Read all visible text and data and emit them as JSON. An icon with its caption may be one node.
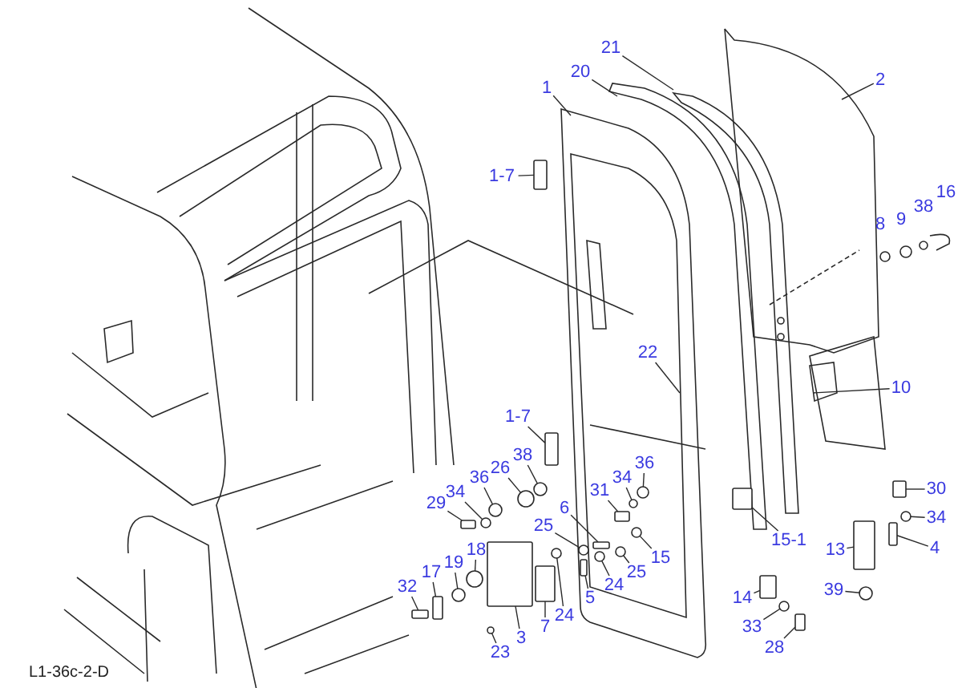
{
  "diagram": {
    "nodes": [
      {
        "text": [
          "1"
        ]
      },
      {
        "text": [
          "21"
        ]
      },
      {
        "text": [
          "20"
        ]
      },
      {
        "text": [
          "2"
        ]
      },
      {
        "text": [
          "1-7"
        ]
      },
      {
        "text": [
          "22"
        ]
      },
      {
        "text": [
          "10"
        ]
      },
      {
        "text": [
          "1-7"
        ]
      },
      {
        "text": [
          "38"
        ]
      },
      {
        "text": [
          "26"
        ]
      },
      {
        "text": [
          "36"
        ]
      },
      {
        "text": [
          "34"
        ]
      },
      {
        "text": [
          "29"
        ]
      },
      {
        "text": [
          "36"
        ]
      },
      {
        "text": [
          "34"
        ]
      },
      {
        "text": [
          "31"
        ]
      },
      {
        "text": [
          "6"
        ]
      },
      {
        "text": [
          "25"
        ]
      },
      {
        "text": [
          "15"
        ]
      },
      {
        "text": [
          "25"
        ]
      },
      {
        "text": [
          "15-1"
        ]
      },
      {
        "text": [
          "13"
        ]
      },
      {
        "text": [
          "30"
        ]
      },
      {
        "text": [
          "34"
        ]
      },
      {
        "text": [
          "4"
        ]
      },
      {
        "text": [
          "39"
        ]
      },
      {
        "text": [
          "18"
        ]
      },
      {
        "text": [
          "19"
        ]
      },
      {
        "text": [
          "17"
        ]
      },
      {
        "text": [
          "32"
        ]
      },
      {
        "text": [
          "24"
        ]
      },
      {
        "text": [
          "24"
        ]
      },
      {
        "text": [
          "5"
        ]
      },
      {
        "text": [
          "7"
        ]
      },
      {
        "text": [
          "3"
        ]
      },
      {
        "text": [
          "23"
        ]
      },
      {
        "text": [
          "14"
        ]
      },
      {
        "text": [
          "33"
        ]
      },
      {
        "text": [
          "28"
        ]
      },
      {
        "text": [],
        "shape": "box"
      },
      {
        "text": [],
        "shape": "box"
      },
      {
        "text": [],
        "shape": "circle"
      },
      {
        "text": [],
        "shape": "circle"
      },
      {
        "text": [],
        "shape": "circle"
      },
      {
        "text": [],
        "shape": "circle"
      },
      {
        "text": [],
        "shape": "box"
      },
      {
        "text": [],
        "shape": "circle"
      },
      {
        "text": [],
        "shape": "circle"
      },
      {
        "text": [],
        "shape": "box"
      },
      {
        "text": [],
        "shape": "box"
      },
      {
        "text": [],
        "shape": "circle"
      },
      {
        "text": [],
        "shape": "circle"
      },
      {
        "text": [],
        "shape": "circle"
      },
      {
        "text": [],
        "shape": "box"
      },
      {
        "text": [],
        "shape": "box"
      },
      {
        "text": [],
        "shape": "box"
      },
      {
        "text": [],
        "shape": "circle"
      },
      {
        "text": [],
        "shape": "box"
      },
      {
        "text": [],
        "shape": "circle"
      },
      {
        "text": [],
        "shape": "circle"
      },
      {
        "text": [],
        "shape": "circle"
      },
      {
        "text": [],
        "shape": "box"
      },
      {
        "text": [],
        "shape": "box"
      },
      {
        "text": [],
        "shape": "circle"
      },
      {
        "text": [],
        "shape": "circle"
      },
      {
        "text": [],
        "shape": "box"
      },
      {
        "text": [],
        "shape": "box"
      },
      {
        "text": [],
        "shape": "box"
      },
      {
        "text": [],
        "shape": "circle"
      },
      {
        "text": [],
        "shape": "box"
      },
      {
        "text": [],
        "shape": "circle"
      },
      {
        "text": [],
        "shape": "box"
      }
    ],
    "edges": [
      {
        "from": 0,
        "to": null,
        "arrow": "none"
      },
      {
        "from": 1,
        "to": null,
        "arrow": "none"
      },
      {
        "from": 2,
        "to": null,
        "arrow": "none"
      },
      {
        "from": 3,
        "to": null,
        "arrow": "none"
      },
      {
        "from": 4,
        "to": 39,
        "arrow": "none"
      },
      {
        "from": 5,
        "to": null,
        "arrow": "none"
      },
      {
        "from": 6,
        "to": null,
        "arrow": "none"
      },
      {
        "from": 7,
        "to": 40,
        "arrow": "none"
      },
      {
        "from": 8,
        "to": 41,
        "arrow": "none"
      },
      {
        "from": 9,
        "to": 42,
        "arrow": "none"
      },
      {
        "from": 10,
        "to": 43,
        "arrow": "none"
      },
      {
        "from": 11,
        "to": 44,
        "arrow": "none"
      },
      {
        "from": 12,
        "to": 45,
        "arrow": "none"
      },
      {
        "from": 13,
        "to": 46,
        "arrow": "none"
      },
      {
        "from": 14,
        "to": 47,
        "arrow": "none"
      },
      {
        "from": 15,
        "to": 48,
        "arrow": "none"
      },
      {
        "from": 16,
        "to": 49,
        "arrow": "none"
      },
      {
        "from": 17,
        "to": 50,
        "arrow": "none"
      },
      {
        "from": 18,
        "to": 51,
        "arrow": "none"
      },
      {
        "from": 19,
        "to": 52,
        "arrow": "none"
      },
      {
        "from": 20,
        "to": 53,
        "arrow": "none"
      },
      {
        "from": 21,
        "to": 54,
        "arrow": "none"
      },
      {
        "from": 22,
        "to": 55,
        "arrow": "none"
      },
      {
        "from": 23,
        "to": 56,
        "arrow": "none"
      },
      {
        "from": 24,
        "to": 57,
        "arrow": "none"
      },
      {
        "from": 25,
        "to": 58,
        "arrow": "none"
      },
      {
        "from": 26,
        "to": 59,
        "arrow": "none"
      },
      {
        "from": 27,
        "to": 60,
        "arrow": "none"
      },
      {
        "from": 28,
        "to": 61,
        "arrow": "none"
      },
      {
        "from": 29,
        "to": 62,
        "arrow": "none"
      },
      {
        "from": 30,
        "to": 63,
        "arrow": "none"
      },
      {
        "from": 31,
        "to": 64,
        "arrow": "none"
      },
      {
        "from": 32,
        "to": 65,
        "arrow": "none"
      },
      {
        "from": 33,
        "to": 66,
        "arrow": "none"
      },
      {
        "from": 34,
        "to": 67,
        "arrow": "none"
      },
      {
        "from": 35,
        "to": 68,
        "arrow": "none"
      },
      {
        "from": 36,
        "to": 69,
        "arrow": "none"
      },
      {
        "from": 37,
        "to": 70,
        "arrow": "none"
      },
      {
        "from": 38,
        "to": 71,
        "arrow": "none"
      }
    ],
    "labels": [
      "16",
      "38",
      "9",
      "8",
      "L1-36c-2-D"
    ]
  }
}
